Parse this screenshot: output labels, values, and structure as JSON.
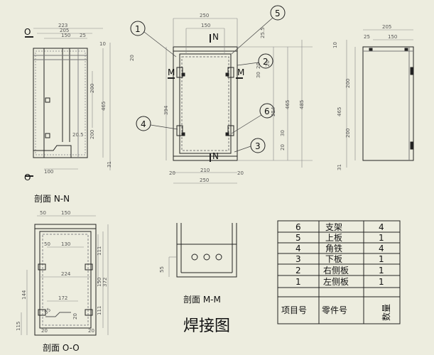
{
  "views": {
    "nn": {
      "caption": "剖面 N-N",
      "label_top": "O",
      "label_bottom": "O",
      "dims": [
        "223",
        "205",
        "150",
        "25",
        "10",
        "200",
        "465",
        "200",
        "20.5",
        "31",
        "100"
      ]
    },
    "front": {
      "label_m_left": "M",
      "label_m_right": "M",
      "label_n_top": "N",
      "label_n_bottom": "N",
      "dims_top": [
        "250",
        "150"
      ],
      "dims_left": [
        "20",
        "394"
      ],
      "dims_right": [
        "25.5",
        "20",
        "30",
        "20",
        "254",
        "465",
        "485",
        "20",
        "30"
      ],
      "dims_bottom": [
        "20",
        "210",
        "20",
        "250"
      ],
      "balloons": [
        "1",
        "5",
        "2",
        "6",
        "4",
        "3"
      ]
    },
    "side": {
      "dims": [
        "205",
        "25",
        "150",
        "10",
        "200",
        "465",
        "200",
        "31"
      ]
    },
    "oo": {
      "caption": "剖面 O-O",
      "dims": [
        "50",
        "150",
        "50",
        "130",
        "224",
        "172",
        "20",
        "144",
        "115",
        "111",
        "150",
        "372",
        "111",
        "20",
        "20",
        "35"
      ]
    },
    "mm": {
      "caption": "剖面 M-M",
      "dims": [
        "55"
      ]
    }
  },
  "title": "焊接图",
  "bom": {
    "rows": [
      {
        "no": "6",
        "name": "支架",
        "qty": "4"
      },
      {
        "no": "5",
        "name": "上板",
        "qty": "1"
      },
      {
        "no": "4",
        "name": "角铁",
        "qty": "4"
      },
      {
        "no": "3",
        "name": "下板",
        "qty": "1"
      },
      {
        "no": "2",
        "name": "右侧板",
        "qty": "1"
      },
      {
        "no": "1",
        "name": "左侧板",
        "qty": "1"
      }
    ],
    "header": {
      "no": "项目号",
      "name": "零件号",
      "qty": "数量"
    }
  }
}
